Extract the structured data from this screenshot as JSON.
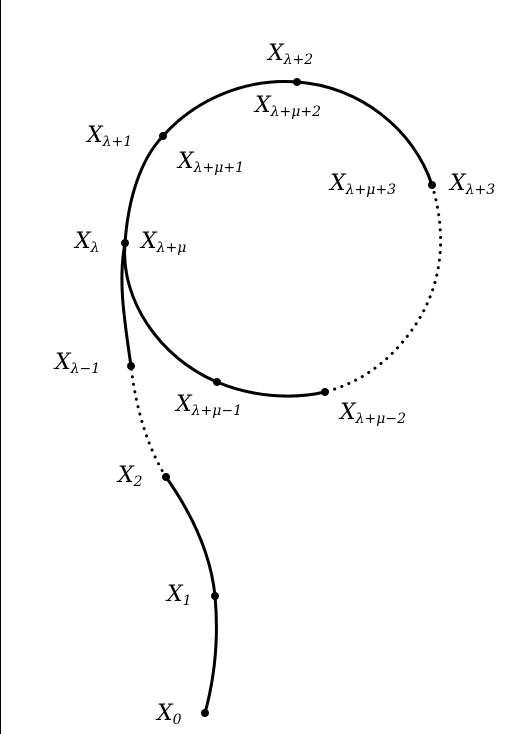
{
  "labels": {
    "x0": {
      "base": "X",
      "sub": "0"
    },
    "x1": {
      "base": "X",
      "sub": "1"
    },
    "x2": {
      "base": "X",
      "sub": "2"
    },
    "xlm1": {
      "base": "X",
      "sub": "λ−1"
    },
    "xl": {
      "base": "X",
      "sub": "λ"
    },
    "xlmu": {
      "base": "X",
      "sub": "λ+μ"
    },
    "xl1": {
      "base": "X",
      "sub": "λ+1"
    },
    "xlmu1": {
      "base": "X",
      "sub": "λ+μ+1"
    },
    "xl2": {
      "base": "X",
      "sub": "λ+2"
    },
    "xlmu2": {
      "base": "X",
      "sub": "λ+μ+2"
    },
    "xlmu3": {
      "base": "X",
      "sub": "λ+μ+3"
    },
    "xl3": {
      "base": "X",
      "sub": "λ+3"
    },
    "xlmum1": {
      "base": "X",
      "sub": "λ+μ−1"
    },
    "xlmum2": {
      "base": "X",
      "sub": "λ+μ−2"
    }
  }
}
